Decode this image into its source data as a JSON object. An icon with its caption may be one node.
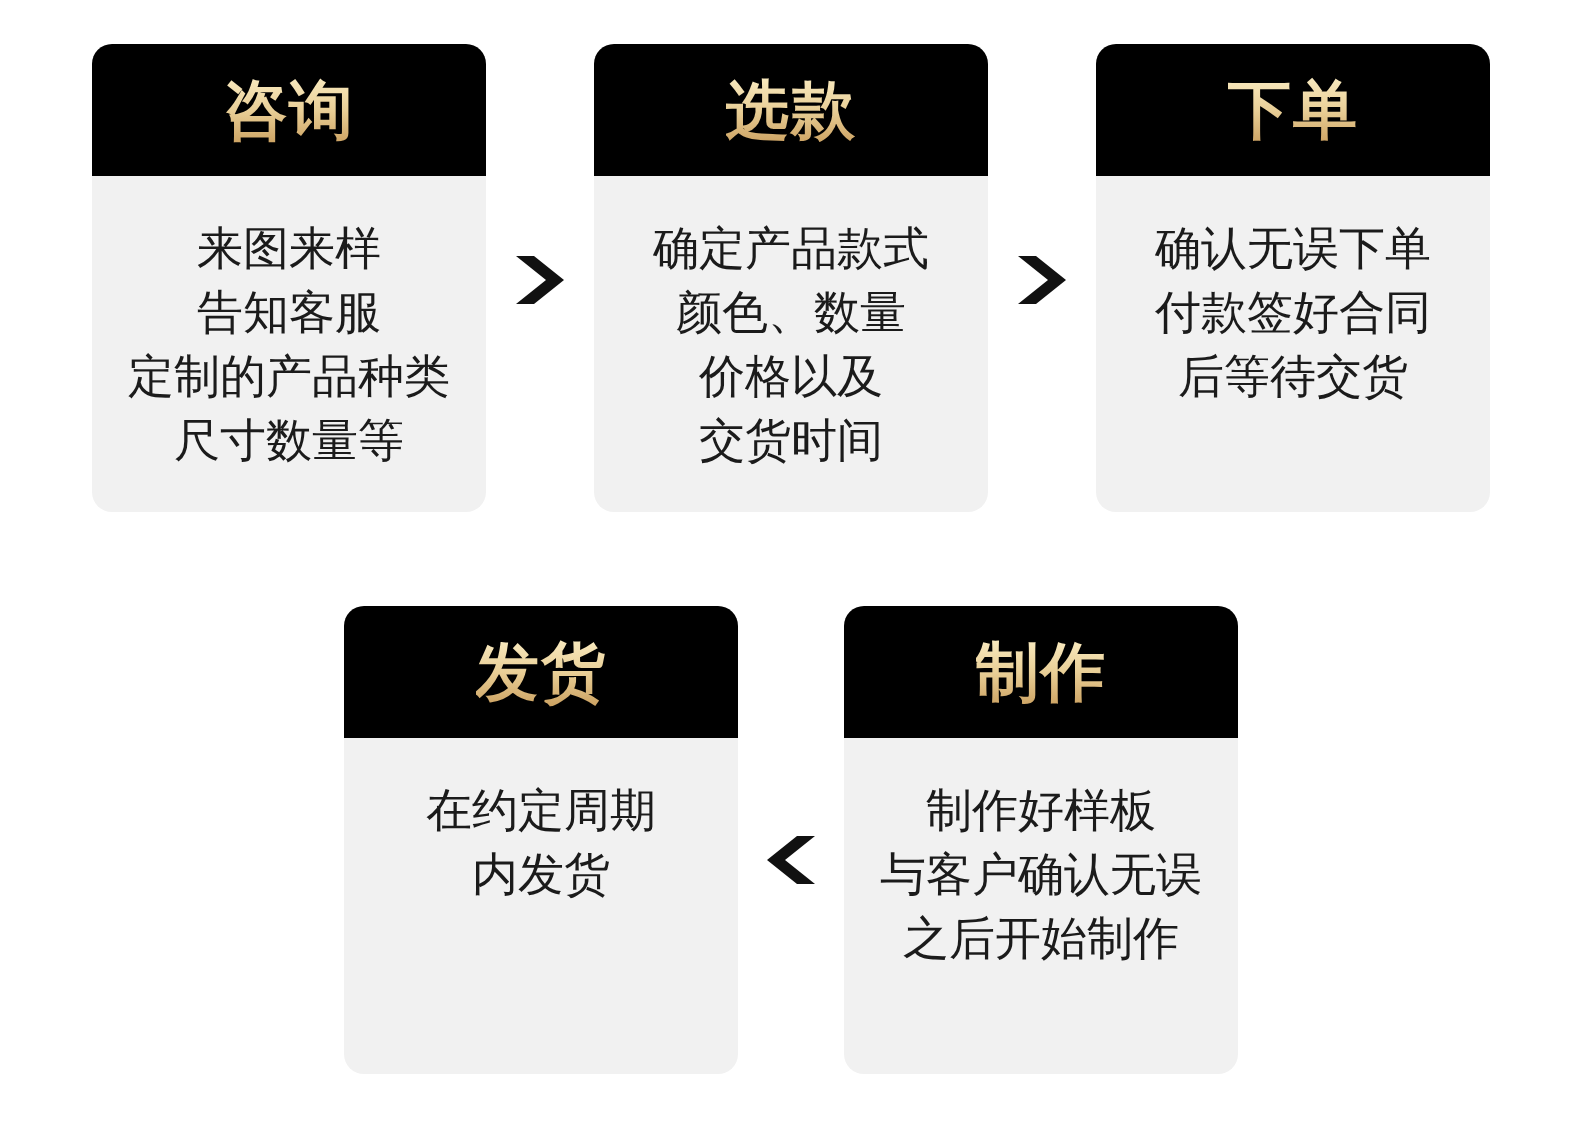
{
  "diagram": {
    "nodes": [
      {
        "text": [
          "咨询",
          "来图来样告知客服定制的产品种类尺寸数量等"
        ]
      },
      {
        "text": [
          "选款",
          "确定产品款式颜色、数量价格以及交货时间"
        ]
      },
      {
        "text": [
          "下单",
          "确认无误下单付款签好合同后等待交货"
        ]
      },
      {
        "text": [
          "发货",
          "在约定周期内发货"
        ]
      },
      {
        "text": [
          "制作",
          "制作好样板与客户确认无误之后开始制作"
        ]
      }
    ],
    "edges": [
      {
        "from": 0,
        "to": 1,
        "arrow": "to"
      },
      {
        "from": 1,
        "to": 2,
        "arrow": "to"
      },
      {
        "from": 4,
        "to": 3,
        "arrow": "to"
      }
    ]
  }
}
